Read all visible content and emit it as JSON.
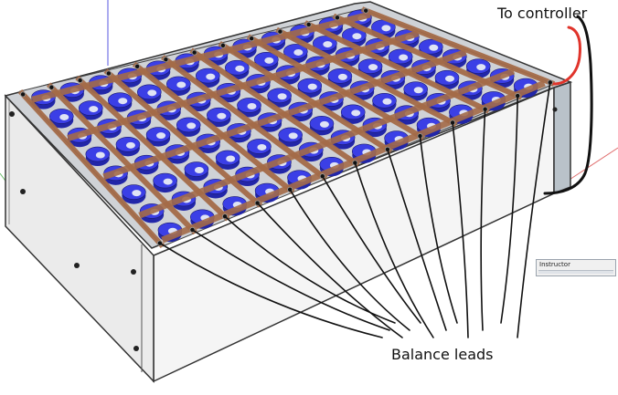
{
  "annotations": {
    "to_controller": "To controller",
    "balance_leads": "Balance leads"
  },
  "instructor_panel": {
    "title": "Instructor"
  },
  "colors": {
    "cell_blue": "#3b3fe6",
    "cell_shadow": "#2226a8",
    "strip_copper": "#a36a48",
    "pack_top": "#cfd2d6",
    "main_lead": "#e0342b",
    "wire": "#111111"
  }
}
